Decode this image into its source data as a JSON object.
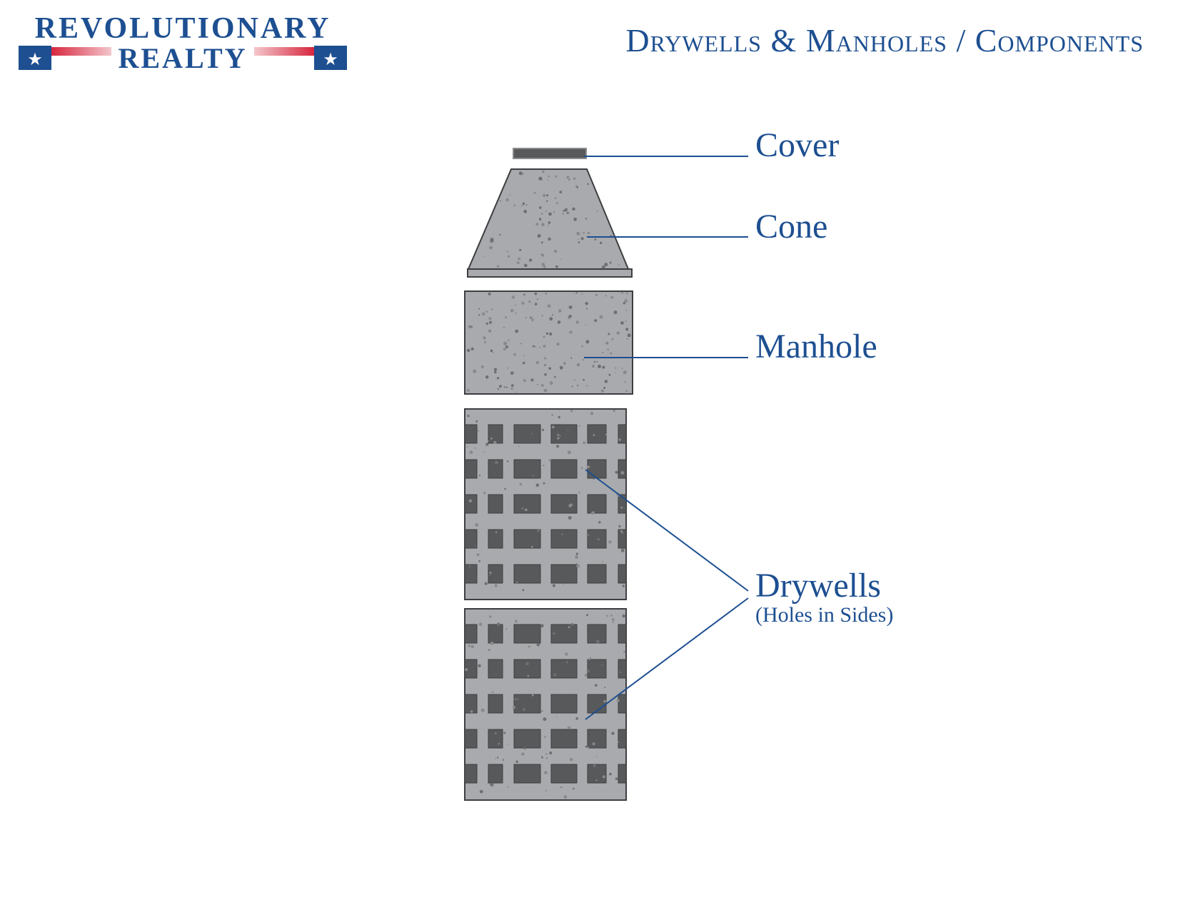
{
  "logo": {
    "line1": "REVOLUTIONARY",
    "line2": "REALTY",
    "colors": {
      "blue": "#1d4f91",
      "red": "#d7263d",
      "white": "#ffffff"
    }
  },
  "page": {
    "title": "Drywells & Manholes / Components"
  },
  "components": {
    "cover": {
      "label": "Cover"
    },
    "cone": {
      "label": "Cone"
    },
    "manhole": {
      "label": "Manhole"
    },
    "drywells": {
      "label": "Drywells",
      "sublabel": "(Holes in Sides)"
    }
  },
  "colors": {
    "concrete": "#a9aaad",
    "hole": "#58595b",
    "outline": "#3d3e40",
    "leader": "#1d4f91"
  }
}
